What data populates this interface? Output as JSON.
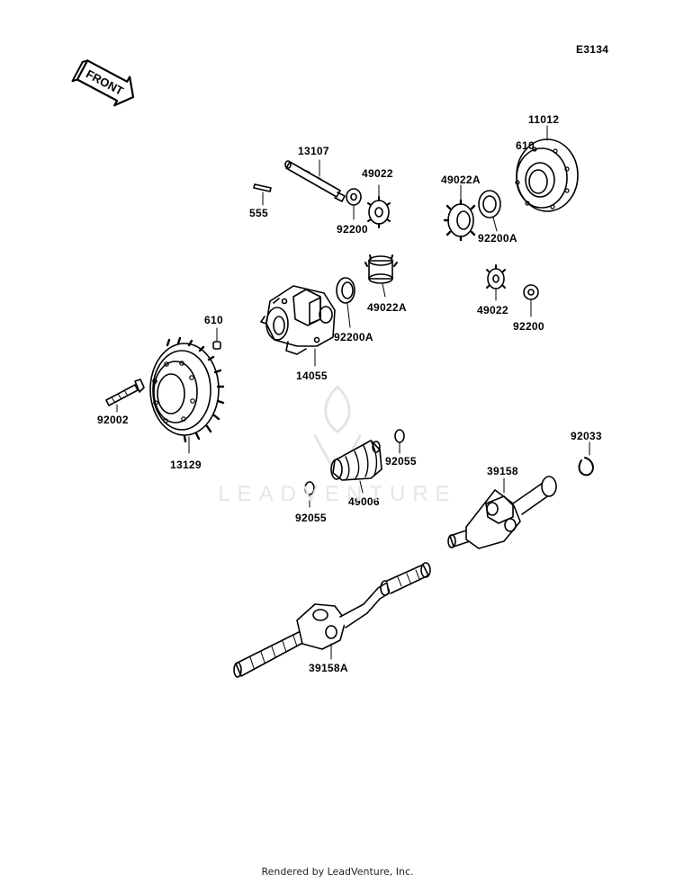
{
  "diagram_code": "E3134",
  "front_arrow_text": "FRONT",
  "watermark_text": "LEADVENTURE",
  "footer_text": "Rendered by LeadVenture, Inc.",
  "parts": {
    "p11012": "11012",
    "p610_top": "610",
    "p13107": "13107",
    "p555": "555",
    "p49022_top": "49022",
    "p92200_top": "92200",
    "p49022A_top": "49022A",
    "p92200A_top": "92200A",
    "p49022A_mid": "49022A",
    "p92200A_mid": "92200A",
    "p49022_mid": "49022",
    "p92200_mid": "92200",
    "p14055": "14055",
    "p610_left": "610",
    "p92002": "92002",
    "p13129": "13129",
    "p92055_right": "92055",
    "p49006": "49006",
    "p92055_left": "92055",
    "p92033": "92033",
    "p39158": "39158",
    "p39158A": "39158A"
  }
}
